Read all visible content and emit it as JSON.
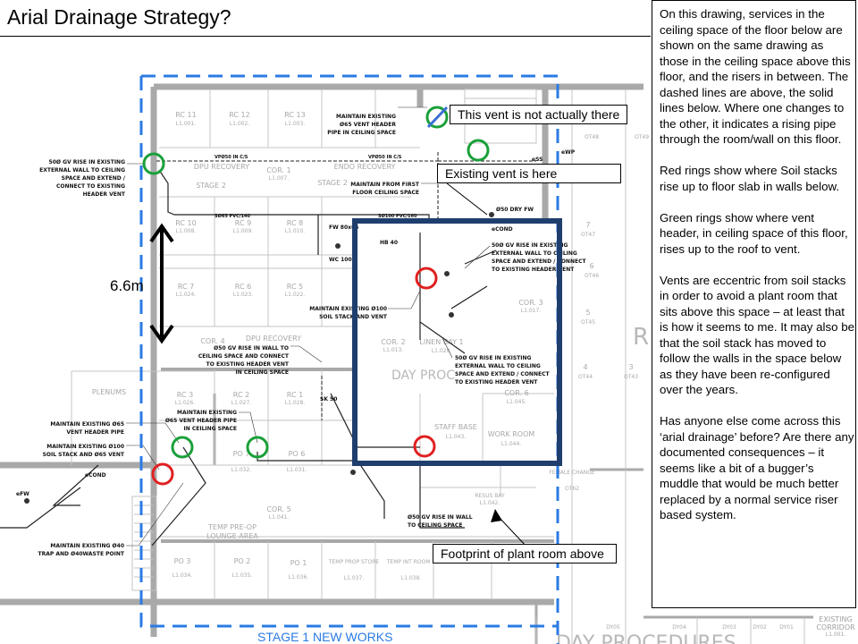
{
  "title": "Arial Drainage Strategy?",
  "callouts": {
    "not_there": "This vent is not actually there",
    "existing": "Existing vent is here",
    "footprint": "Footprint of plant room above"
  },
  "dimension": "6.6m",
  "stage_label": "STAGE 1 NEW WORKS",
  "panel": [
    "On this drawing, services in the ceiling space of the floor below are shown on the same drawing as those in the ceiling space above this floor, and the risers in between.  The dashed lines are above, the solid lines below.  Where one changes to the other, it indicates a rising pipe through the room/wall on this floor.",
    "Red rings show where Soil stacks rise up to floor slab in walls below.",
    "Green rings show where vent header, in ceiling space of this floor, rises up to the roof to vent.",
    "Vents are eccentric from soil stacks in order to avoid a plant room that sits above this space – at least that is how it seems to me.  It may also be that the soil stack has moved to follow the walls in the space below as they have been re-configured over the years.",
    "Has anyone else come across this ‘arial drainage’ before?  Are there any documented consequences – it seems like a bit of a bugger’s muddle that would be much better replaced by a normal service riser based system."
  ],
  "rooms": [
    {
      "name": "RC 11",
      "code": "L1.001."
    },
    {
      "name": "RC 12",
      "code": "L1.002."
    },
    {
      "name": "RC 13",
      "code": "L1.003."
    },
    {
      "name": "DPU RECOVERY",
      "code": "STAGE 2"
    },
    {
      "name": "COR. 1",
      "code": "L1.007."
    },
    {
      "name": "ENDO RECOVERY",
      "code": "STAGE 2"
    },
    {
      "name": "RC 10",
      "code": "L1.008."
    },
    {
      "name": "RC 9",
      "code": "L1.009."
    },
    {
      "name": "RC 8",
      "code": "L1.010."
    },
    {
      "name": "RC 7",
      "code": "L1.024."
    },
    {
      "name": "RC 6",
      "code": "L1.023."
    },
    {
      "name": "RC 5",
      "code": "L1.022."
    },
    {
      "name": "COR. 2",
      "code": "L1.013."
    },
    {
      "name": "LINEN BAY 1",
      "code": "L1.020."
    },
    {
      "name": "COR. 3",
      "code": "L1.017."
    },
    {
      "name": "COR. 6",
      "code": "L1.045."
    },
    {
      "name": "STAFF BASE",
      "code": "L1.043."
    },
    {
      "name": "WORK ROOM",
      "code": "L1.044."
    },
    {
      "name": "PLENUMS",
      "code": ""
    },
    {
      "name": "RC 3",
      "code": "L1.026."
    },
    {
      "name": "RC 2",
      "code": "L1.027."
    },
    {
      "name": "RC 1",
      "code": "L1.028."
    },
    {
      "name": "PO 7",
      "code": "L1.032."
    },
    {
      "name": "PO 6",
      "code": "L1.031."
    },
    {
      "name": "COR. 4",
      "code": ""
    },
    {
      "name": "DPU RECOVERY",
      "code": ""
    },
    {
      "name": "COR. 5",
      "code": "L1.041."
    },
    {
      "name": "TEMP PRE-OP",
      "code": "LOUNGE AREA"
    },
    {
      "name": "PO 3",
      "code": "L1.034."
    },
    {
      "name": "PO 2",
      "code": "L1.035."
    },
    {
      "name": "PO 1",
      "code": "L1.036."
    },
    {
      "name": "TEMP PROP STORE",
      "code": "L1.037."
    },
    {
      "name": "TEMP INT ROOM 3",
      "code": "L1.038."
    },
    {
      "name": "RESUS BAY",
      "code": "L1.042."
    },
    {
      "name": "FEMALE CHANGE",
      "code": "OT62"
    },
    {
      "name": "7",
      "code": "OT47"
    },
    {
      "name": "6",
      "code": "OT46"
    },
    {
      "name": "5",
      "code": "OT45"
    },
    {
      "name": "4",
      "code": "OT44"
    },
    {
      "name": "3",
      "code": "OT43"
    },
    {
      "name": "OT48",
      "code": "OT49"
    },
    {
      "name": "EXISTING CORRIDOR",
      "code": "L1.001."
    }
  ],
  "big_labels": {
    "day_proc": "DAY PROC",
    "day_procedures": "DAY PROCEDURES",
    "r": "R"
  },
  "bays": [
    "DY05",
    "DY04",
    "DY03",
    "DY02",
    "DY01"
  ],
  "annotations": [
    [
      "50Ø GV RISE IN EXISTING",
      "EXTERNAL WALL TO CEILING",
      "SPACE AND EXTEND /",
      "CONNECT TO EXISTING",
      "HEADER VENT"
    ],
    [
      "MAINTAIN EXISTING",
      "Ø65 VENT HEADER",
      "PIPE IN CEILING SPACE"
    ],
    [
      "MAINTAIN FROM FIRST",
      "FLOOR CEILING SPACE"
    ],
    [
      "50Ø GV RISE IN EXISTING",
      "EXTERNAL WALL TO CEILING",
      "SPACE AND EXTEND / CONNECT",
      "TO EXISTING HEADER VENT"
    ],
    [
      "MAINTAIN EXISTING Ø100",
      "SOIL STACK AND VENT"
    ],
    [
      "50Ø GV RISE IN EXISTING",
      "EXTERNAL WALL TO CEILING",
      "SPACE AND EXTEND / CONNECT",
      "TO EXISTING HEADER VENT"
    ],
    [
      "Ø50 GV RISE IN WALL TO",
      "CEILING SPACE AND CONNECT",
      "TO EXISTING HEADER VENT",
      "IN CEILING SPACE"
    ],
    [
      "MAINTAIN EXISTING",
      "Ø65 VENT HEADER PIPE",
      "IN CEILING SPACE"
    ],
    [
      "MAINTAIN EXISTING Ø65",
      "VENT HEADER PIPE"
    ],
    [
      "MAINTAIN EXISTING Ø100",
      "SOIL STACK AND Ø65 VENT"
    ],
    [
      "MAINTAIN EXISTING Ø40",
      "TRAP AND Ø40WASTE POINT"
    ],
    [
      "Ø50 GV RISE IN WALL",
      "TO CEILING SPACE"
    ]
  ],
  "pipe_labels": [
    "VPØ50 IN C/S",
    "VPØ50 IN C/S",
    "SØ65 PVC/140",
    "SØ100 PVC/160",
    "Ø50 DRY FW",
    "eCOND",
    "HB 40",
    "FW 80x65",
    "WC 100",
    "SK 50",
    "eFW",
    "eWP",
    "eSS",
    "eCOND"
  ],
  "colors": {
    "soil_ring": "#e02020",
    "vent_ring": "#1aa03a",
    "boundary": "#2a7be4",
    "plant_room": "#1f3e6e"
  }
}
